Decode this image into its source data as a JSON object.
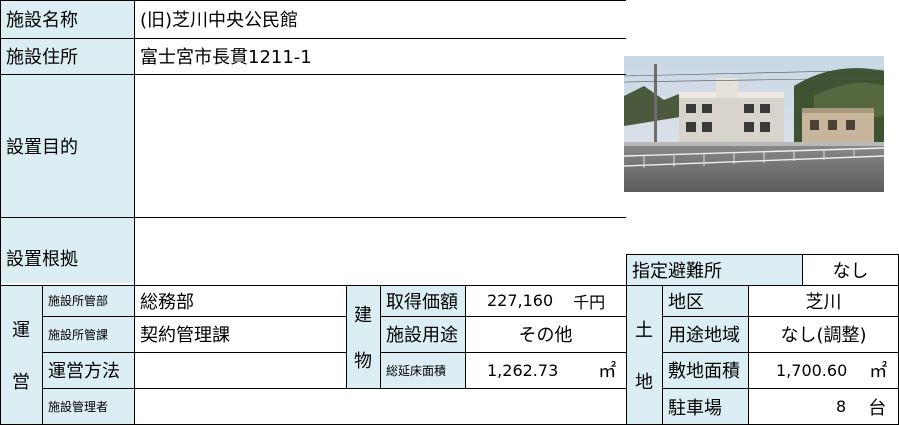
{
  "facility": {
    "name_label": "施設名称",
    "name_value": "(旧)芝川中央公民館",
    "address_label": "施設住所",
    "address_value": "富士宮市長貫1211-1",
    "purpose_label": "設置目的",
    "purpose_value": "",
    "basis_label": "設置根拠",
    "basis_value": ""
  },
  "shelter": {
    "label": "指定避難所",
    "value": "なし"
  },
  "operation": {
    "group_label": [
      "運",
      "営"
    ],
    "dept_label": "施設所管部",
    "dept_value": "総務部",
    "section_label": "施設所管課",
    "section_value": "契約管理課",
    "method_label": "運営方法",
    "method_value": "",
    "manager_label": "施設管理者",
    "manager_value": ""
  },
  "building": {
    "group_label": [
      "建",
      "物"
    ],
    "cost_label": "取得価額",
    "cost_value": "227,160",
    "cost_unit": "千円",
    "use_label": "施設用途",
    "use_value": "その他",
    "floor_label": "総延床面積",
    "floor_value": "1,262.73",
    "floor_unit": "㎡"
  },
  "land": {
    "group_label": [
      "土",
      "地"
    ],
    "district_label": "地区",
    "district_value": "芝川",
    "zone_label": "用途地域",
    "zone_value": "なし(調整)",
    "area_label": "敷地面積",
    "area_value": "1,700.60",
    "area_unit": "㎡",
    "parking_label": "駐車場",
    "parking_value": "8",
    "parking_unit": "台"
  },
  "colors": {
    "label_bg": "#dbeef4",
    "border": "#000000"
  }
}
